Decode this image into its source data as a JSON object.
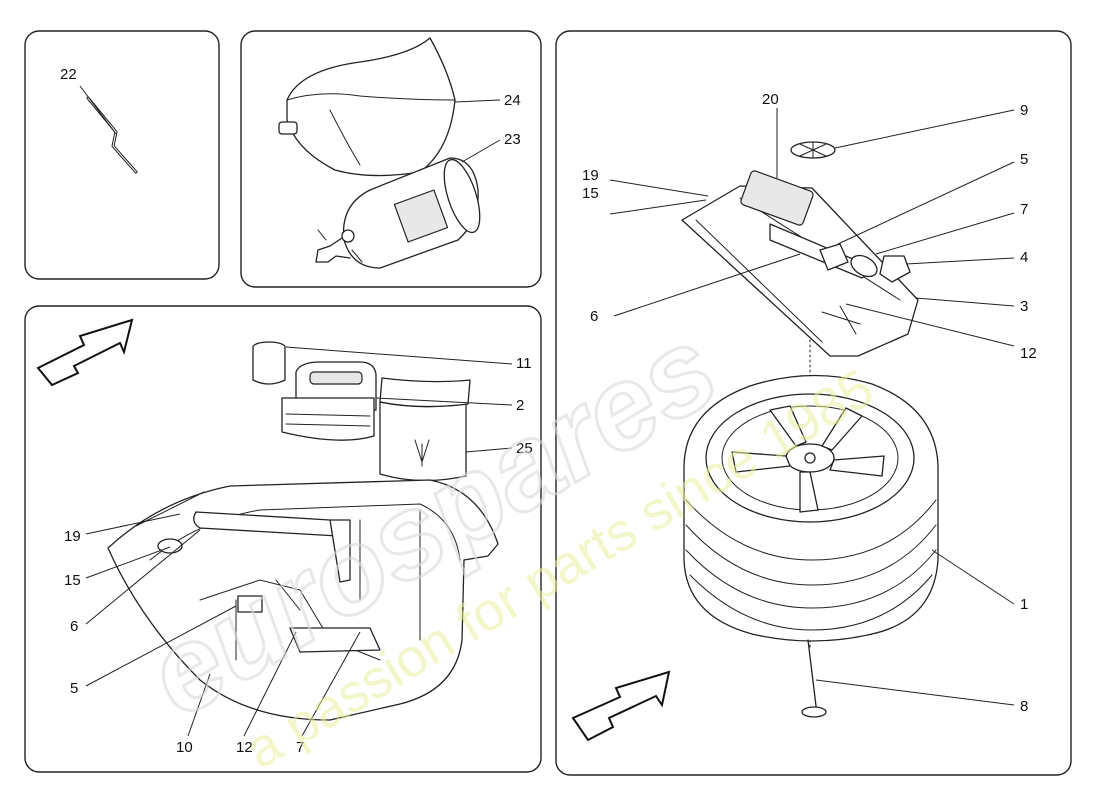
{
  "panels": {
    "tool_key": {
      "callouts": [
        "22"
      ]
    },
    "bag_extinguisher": {
      "callouts": [
        "24",
        "23"
      ]
    },
    "tray_assembly": {
      "callouts": [
        "11",
        "2",
        "25",
        "19",
        "15",
        "6",
        "5",
        "10",
        "12",
        "7"
      ]
    },
    "spare_wheel": {
      "callouts": [
        "20",
        "9",
        "5",
        "19",
        "15",
        "7",
        "4",
        "3",
        "6",
        "12",
        "1",
        "8"
      ]
    }
  },
  "watermark": {
    "logo": "eurospares",
    "tagline": "a passion for parts since 1985"
  },
  "colors": {
    "line": "#222222",
    "watermark_text": "#e9ef9a",
    "watermark_logo": "#d9d9d9"
  }
}
